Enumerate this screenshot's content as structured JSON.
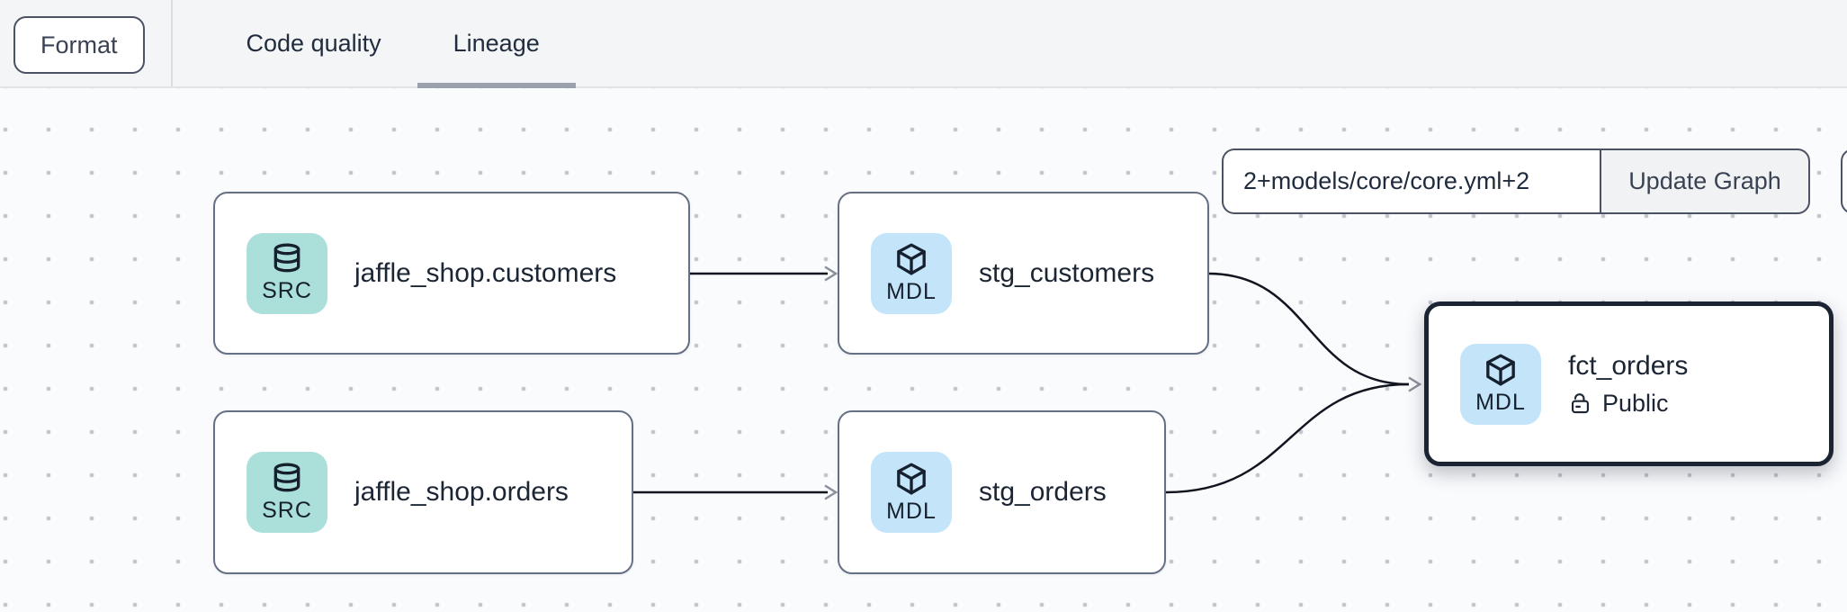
{
  "toolbar": {
    "format_label": "Format",
    "tabs": [
      {
        "label": "Code quality",
        "active": false
      },
      {
        "label": "Lineage",
        "active": true
      }
    ]
  },
  "controls": {
    "selector_value": "2+models/core/core.yml+2",
    "update_label": "Update Graph"
  },
  "graph": {
    "nodes": [
      {
        "id": "jaffle_shop.customers",
        "title": "jaffle_shop.customers",
        "badge": "SRC",
        "kind": "source",
        "icon": "database-icon",
        "selected": false
      },
      {
        "id": "stg_customers",
        "title": "stg_customers",
        "badge": "MDL",
        "kind": "model",
        "icon": "cube-icon",
        "selected": false
      },
      {
        "id": "jaffle_shop.orders",
        "title": "jaffle_shop.orders",
        "badge": "SRC",
        "kind": "source",
        "icon": "database-icon",
        "selected": false
      },
      {
        "id": "stg_orders",
        "title": "stg_orders",
        "badge": "MDL",
        "kind": "model",
        "icon": "cube-icon",
        "selected": false
      },
      {
        "id": "fct_orders",
        "title": "fct_orders",
        "badge": "MDL",
        "kind": "model",
        "icon": "cube-icon",
        "access_label": "Public",
        "access_icon": "unlocked-padlock-icon",
        "selected": true
      }
    ],
    "edges": [
      {
        "from": "jaffle_shop.customers",
        "to": "stg_customers"
      },
      {
        "from": "jaffle_shop.orders",
        "to": "stg_orders"
      },
      {
        "from": "stg_customers",
        "to": "fct_orders"
      },
      {
        "from": "stg_orders",
        "to": "fct_orders"
      }
    ]
  },
  "icons": {
    "source_badge": "database-icon",
    "model_badge": "cube-icon",
    "public_access": "unlocked-padlock-icon",
    "edge_end": "chevron-right-arrowhead"
  },
  "colors": {
    "toolbar_bg": "#f4f5f6",
    "canvas_bg": "#fafbfd",
    "dot_grid": "#c3c6cf",
    "node_border": "#667084",
    "selected_node_border": "#1b2433",
    "source_badge_bg": "#abdfda",
    "model_badge_bg": "#c3e4f9",
    "edge_stroke": "#10151f",
    "arrowhead": "#8a909b",
    "tab_underline": "#9aa1ad",
    "text_primary": "#1b2534"
  }
}
